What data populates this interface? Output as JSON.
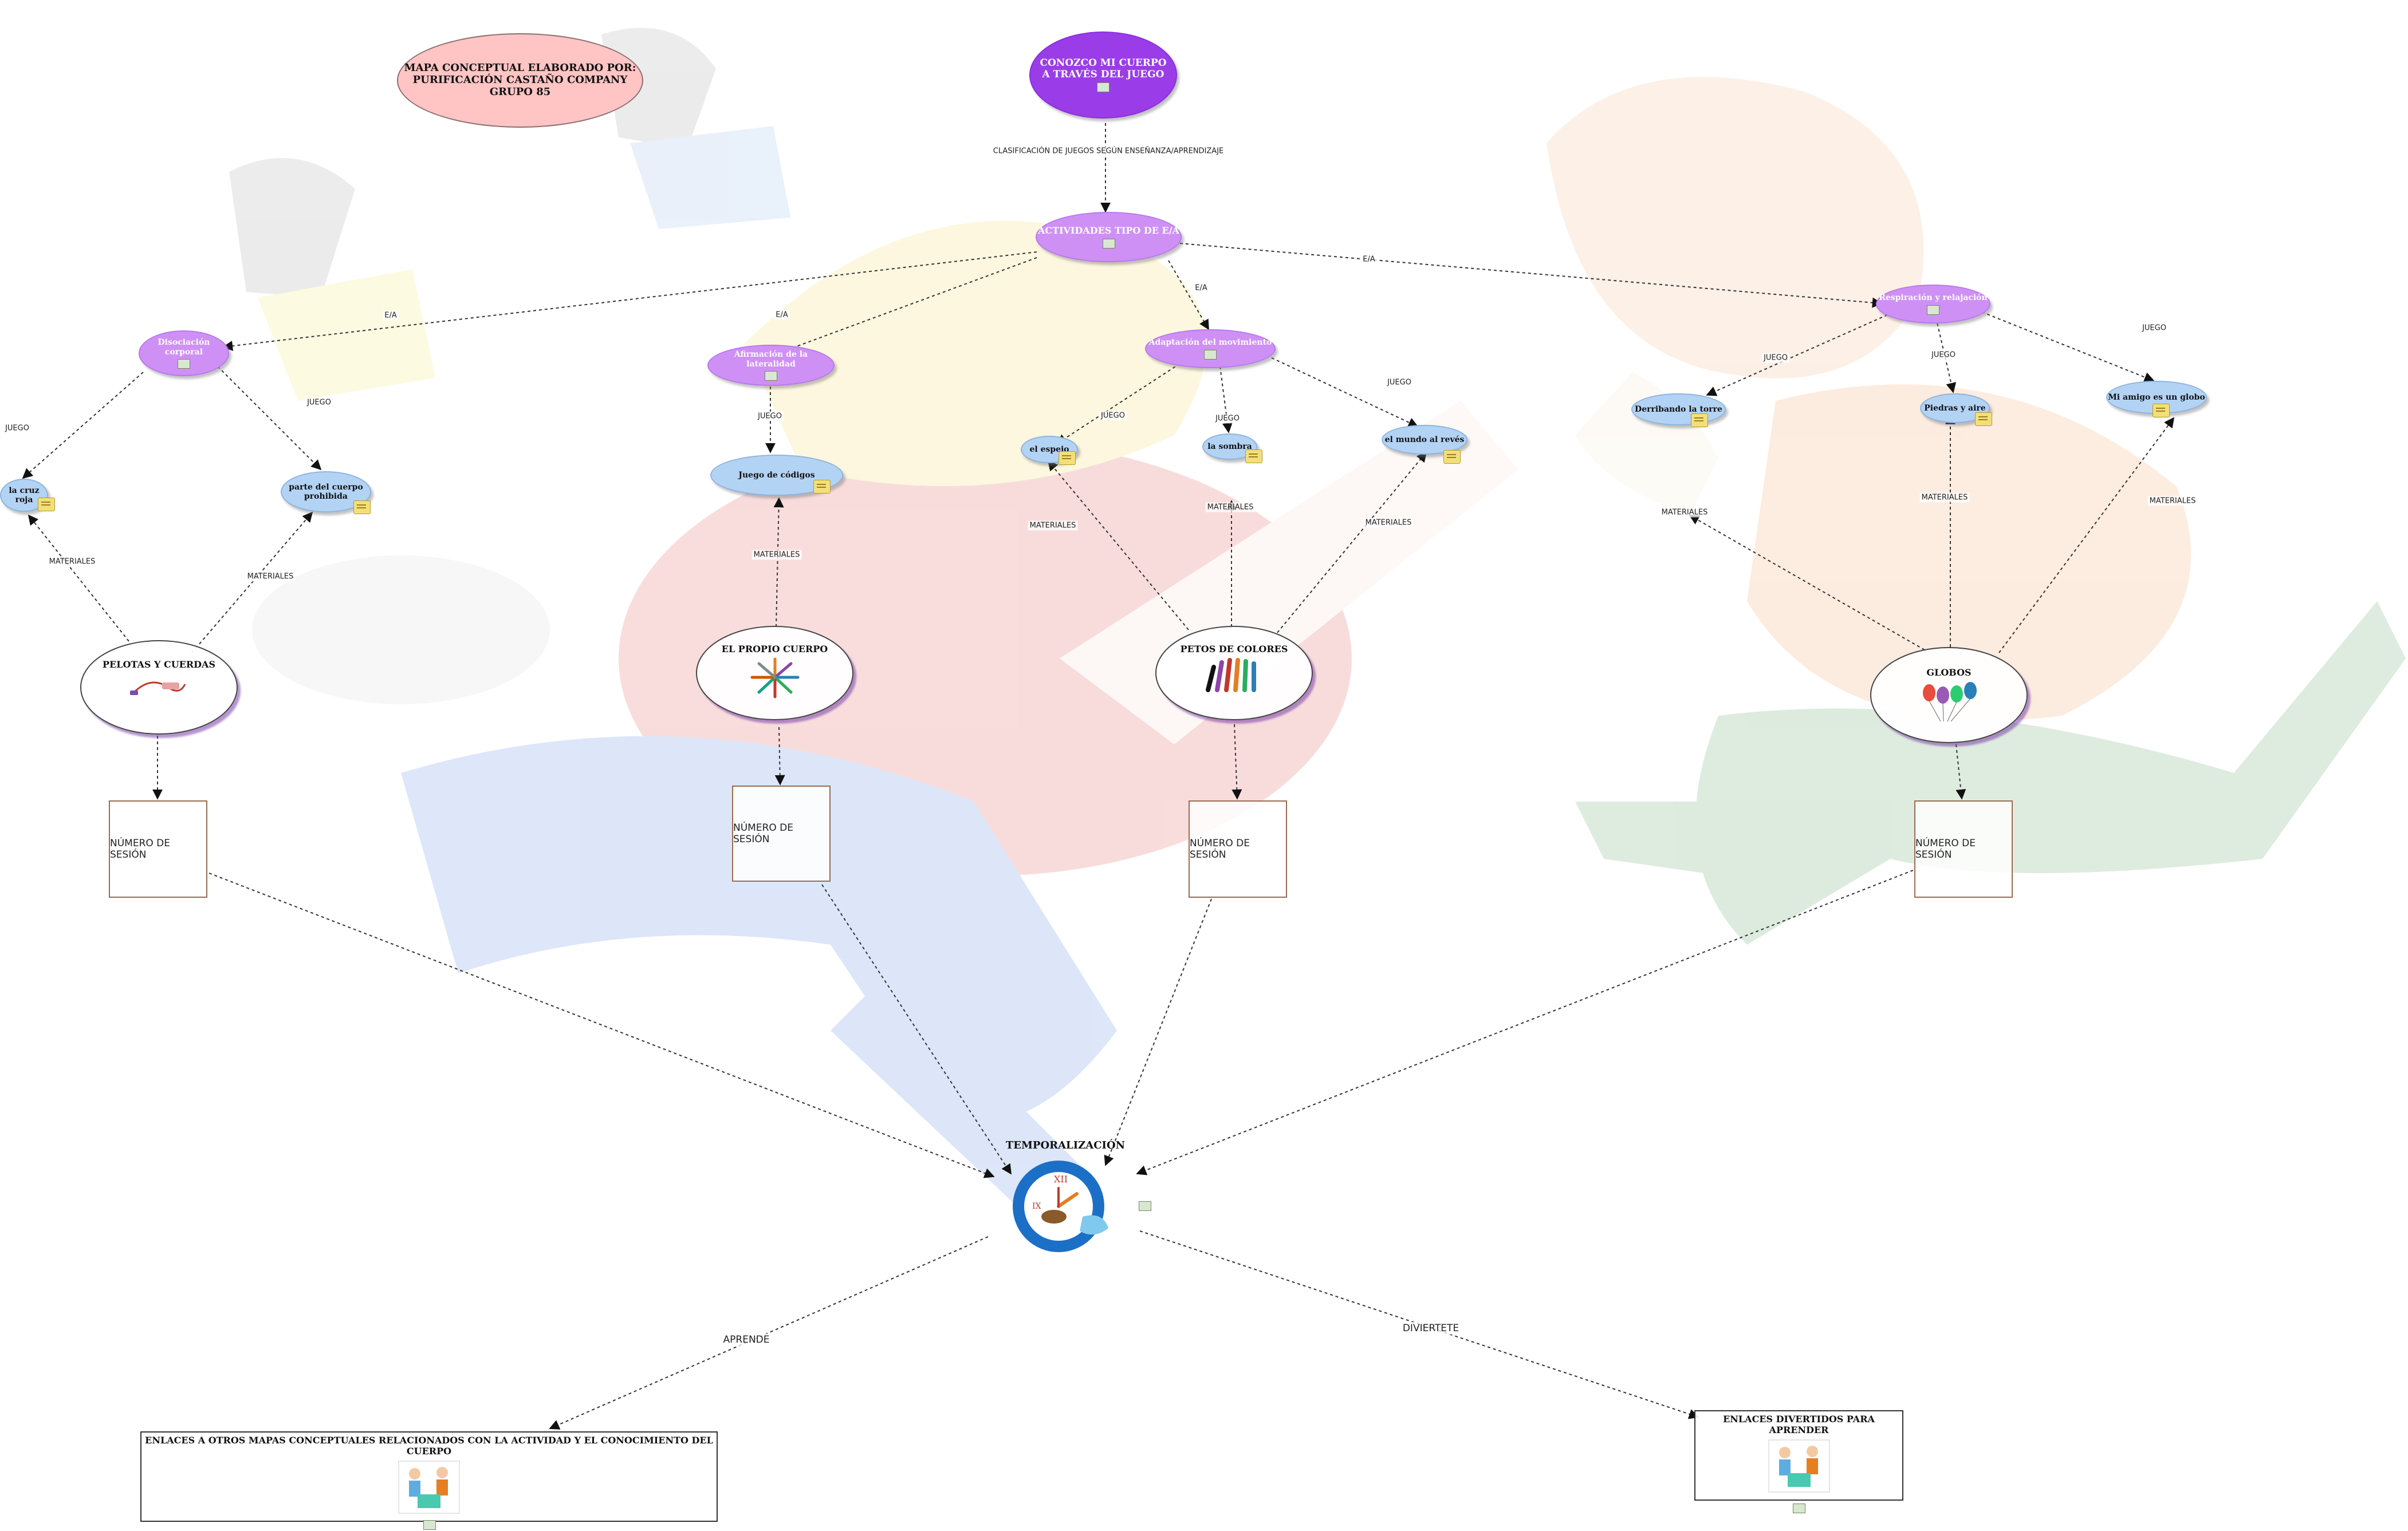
{
  "diagram": {
    "author_node": "MAPA CONCEPTUAL ELABORADO POR:\nPURIFICACIÓN CASTAÑO COMPANY\nGRUPO 85",
    "root": "CONOZCO MI CUERPO\nA TRAVÉS DEL JUEGO",
    "classification_link": "CLASIFICACIÓN DE JUEGOS SEGÚN ENSEÑANZA/APRENDIZAJE",
    "activities": "ACTIVIDADES TIPO DE E/A",
    "ea_label": "E/A",
    "juego_label": "JUEGO",
    "materiales_label": "MATERIALES",
    "categories": {
      "disociacion": "Disociación\ncorporal",
      "lateralidad": "Afirmación de la lateralidad",
      "adaptacion": "Adaptación del movimiento",
      "respiracion": "Respiración y relajación"
    },
    "games": {
      "cruz_roja": "la cruz\nroja",
      "parte_cuerpo": "parte del cuerpo\nprohibida",
      "codigos": "Juego de códigos",
      "espejo": "el espejo",
      "sombra": "la sombra",
      "mundo_reves": "el mundo al revés",
      "torre": "Derribando la torre",
      "piedras": "Piedras y aire",
      "globo": "Mi amigo es un globo"
    },
    "materials": {
      "pelotas": "PELOTAS Y CUERDAS",
      "propio_cuerpo": "EL PROPIO CUERPO",
      "petos": "PETOS DE COLORES",
      "globos": "GLOBOS"
    },
    "session": "NÚMERO DE SESIÓN",
    "temporalizacion": "TEMPORALIZACIÓN",
    "aprende": "APRENDE",
    "diviertete": "DIVIERTETE",
    "links_panel_left": "ENLACES A OTROS MAPAS CONCEPTUALES RELACIONADOS CON LA ACTIVIDAD Y EL CONOCIMIENTO DEL CUERPO",
    "links_panel_right": "ENLACES DIVERTIDOS PARA APRENDER"
  },
  "colors": {
    "root_fill": "#9a3de8",
    "category_fill": "#cf90f6",
    "game_fill": "#b3d3f5",
    "author_fill": "#ffc4c4",
    "session_border": "#9c6a4f"
  },
  "icons": [
    "attachment-icon",
    "note-icon",
    "clock-clipart",
    "balloons-clipart",
    "markers-clipart",
    "body-clipart",
    "jump-rope-clipart",
    "children-clipart"
  ]
}
